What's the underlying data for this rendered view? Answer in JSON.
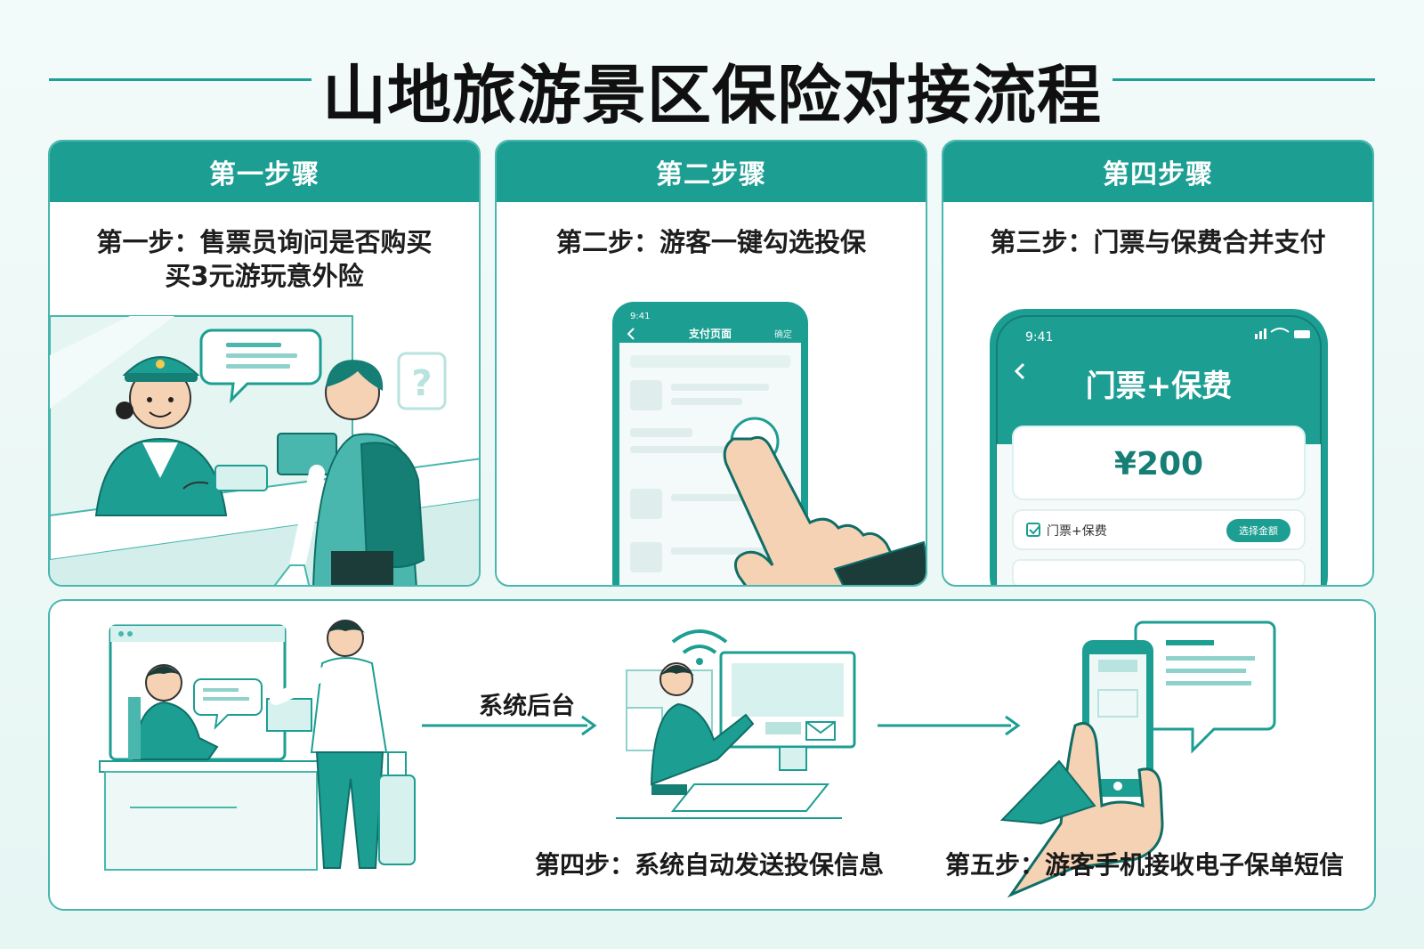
{
  "title": "山地旅游景区保险对接流程",
  "panels": [
    {
      "header": "第一步骤",
      "text_line1": "第一步：售票员询问是否购买",
      "text_line2": "买3元游玩意外险"
    },
    {
      "header": "第二步骤",
      "text_line1": "第二步：游客一键勾选投保"
    },
    {
      "header": "第四步骤",
      "text_line1": "第三步：门票与保费合并支付"
    }
  ],
  "phone2": {
    "time": "9:41",
    "title": "支付页面",
    "right": "确定"
  },
  "phone3": {
    "time": "9:41",
    "title": "门票+保费",
    "amount": "¥200",
    "checkbox_label": "门票+保费",
    "button_label": "选择金额"
  },
  "bottom": {
    "arrow_label": "系统后台",
    "caption_step4": "第四步：系统自动发送投保信息",
    "caption_step5": "第五步：游客手机接收电子保单短信"
  },
  "colors": {
    "accent": "#1c9e93",
    "light": "#d7f1ee",
    "skin": "#f6d2b4"
  }
}
